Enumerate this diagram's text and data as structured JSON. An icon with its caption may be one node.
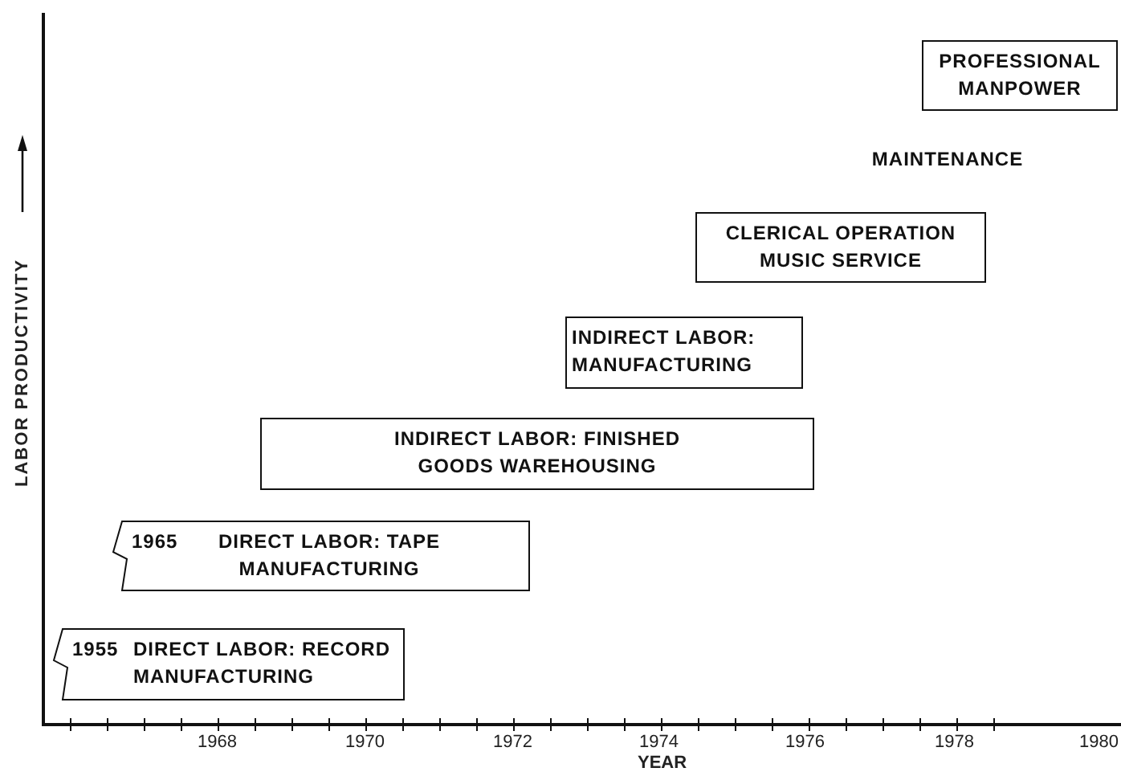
{
  "diagram": {
    "nodes": [
      {
        "text": [
          "1955",
          "DIRECT LABOR: RECORD MANUFACTURING"
        ]
      },
      {
        "text": [
          "1965",
          "DIRECT LABOR: TAPE MANUFACTURING"
        ]
      },
      {
        "text": [
          "INDIRECT LABOR: FINISHED GOODS WAREHOUSING"
        ]
      },
      {
        "text": [
          "INDIRECT LABOR: MANUFACTURING"
        ]
      },
      {
        "text": [
          "CLERICAL OPERATION MUSIC SERVICE"
        ]
      },
      {
        "text": [
          "MAINTENANCE"
        ]
      },
      {
        "text": [
          "PROFESSIONAL MANPOWER"
        ]
      }
    ],
    "edges": [],
    "labels": [
      "LABOR PRODUCTIVITY",
      "1968",
      "1970",
      "1972",
      "1974",
      "1976",
      "1978",
      "1980",
      "YEAR"
    ]
  }
}
